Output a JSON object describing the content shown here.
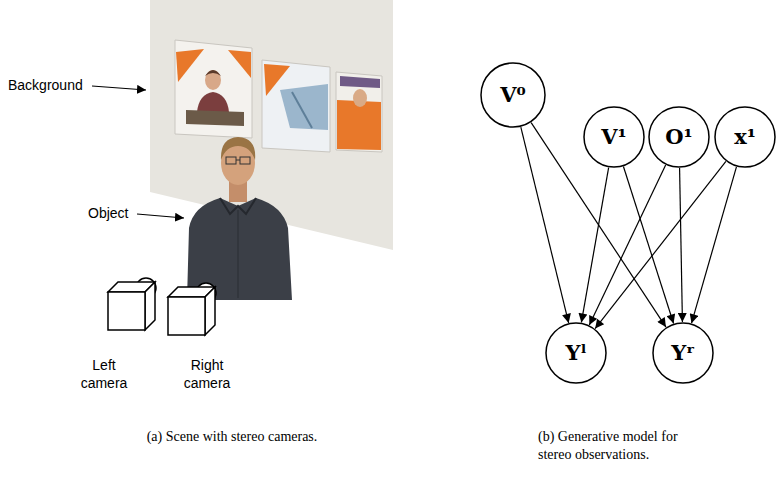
{
  "diagram": {
    "nodes": [
      {
        "text": [
          "V⁰"
        ]
      },
      {
        "text": [
          "V¹"
        ]
      },
      {
        "text": [
          "O¹"
        ]
      },
      {
        "text": [
          "x¹"
        ]
      },
      {
        "text": [
          "Yˡ"
        ]
      },
      {
        "text": [
          "Yʳ"
        ]
      }
    ],
    "edges": [
      {
        "from": 0,
        "to": 4,
        "arrow": "to"
      },
      {
        "from": 0,
        "to": 5,
        "arrow": "to"
      },
      {
        "from": 1,
        "to": 4,
        "arrow": "to"
      },
      {
        "from": 1,
        "to": 5,
        "arrow": "to"
      },
      {
        "from": 2,
        "to": 4,
        "arrow": "to"
      },
      {
        "from": 2,
        "to": 5,
        "arrow": "to"
      },
      {
        "from": 3,
        "to": 4,
        "arrow": "to"
      },
      {
        "from": 3,
        "to": 5,
        "arrow": "to"
      }
    ],
    "labels": [
      "Background",
      "Object",
      "Left camera",
      "Right camera",
      "(a) Scene with stereo cameras.",
      "(b) Generative model for stereo observations."
    ]
  }
}
